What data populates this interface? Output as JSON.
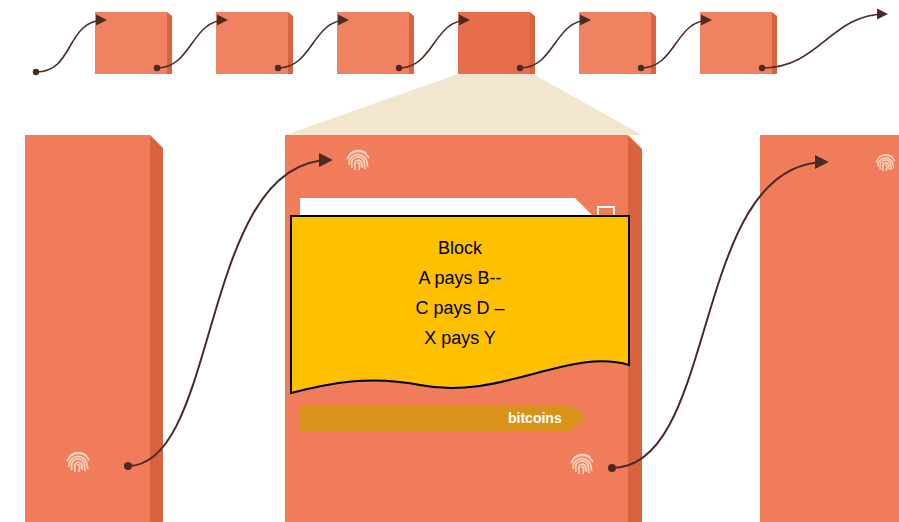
{
  "diagram": {
    "nodes": [
      {
        "text": [
          "Block",
          "A pays B--",
          "C pays D –",
          "X pays Y"
        ]
      }
    ],
    "labels": [
      "bitcoins"
    ]
  }
}
